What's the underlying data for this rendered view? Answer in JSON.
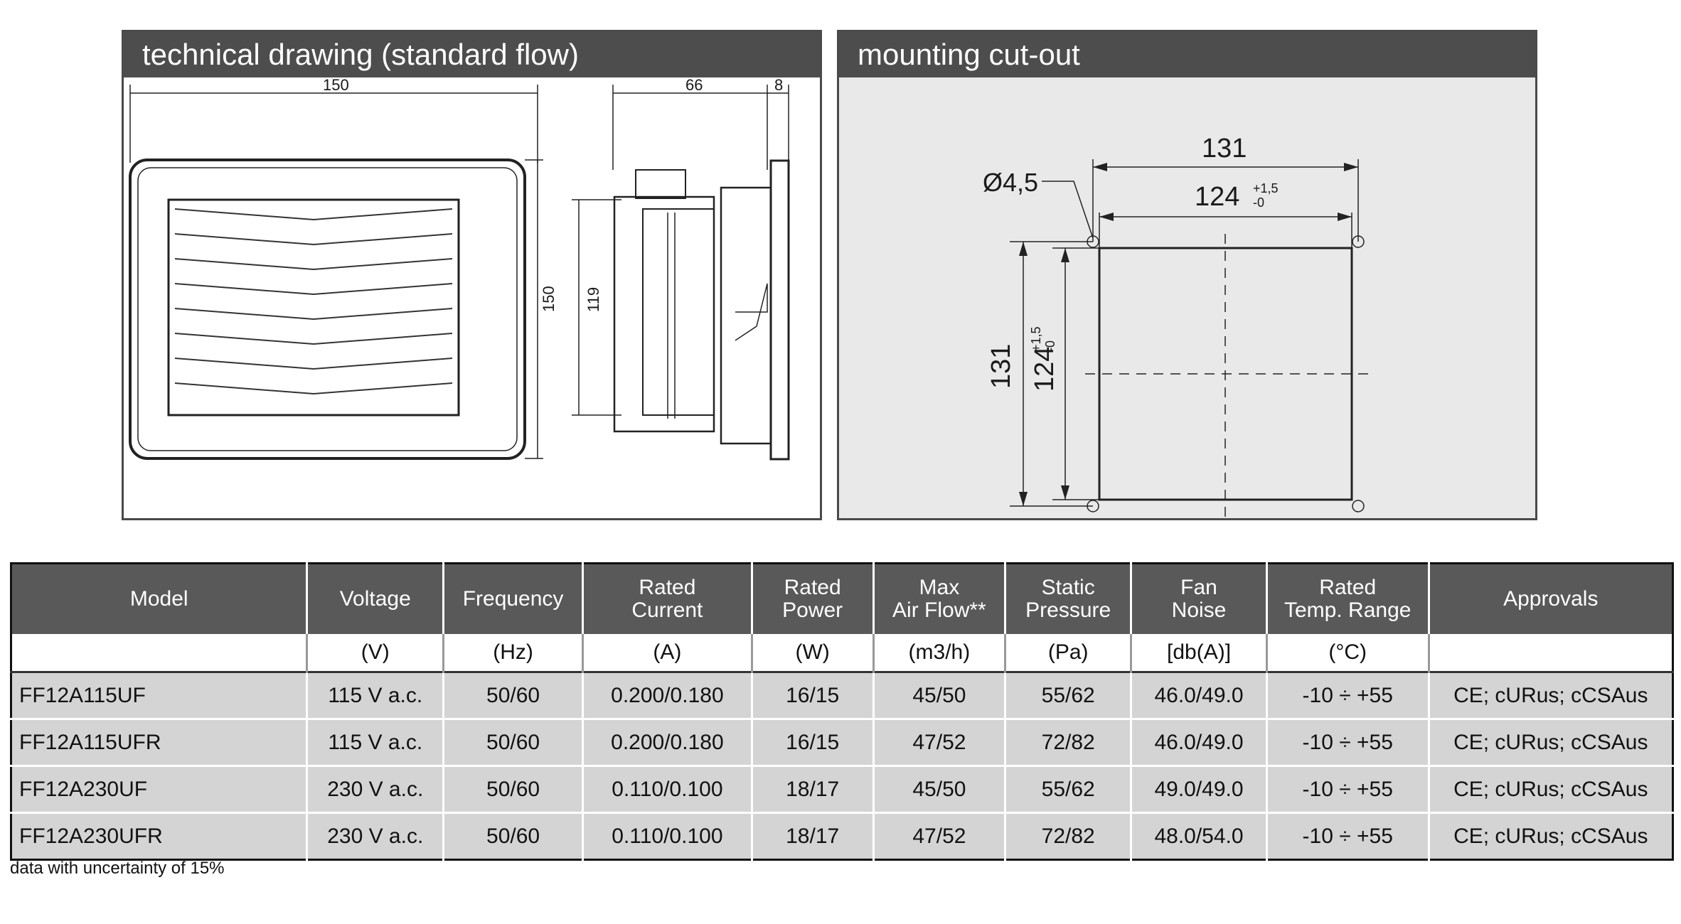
{
  "panels": {
    "drawing": {
      "title": "technical drawing (standard flow)",
      "dims": {
        "width": "150",
        "depth": "66",
        "flange": "8",
        "height": "150",
        "inner_height": "119"
      }
    },
    "cutout": {
      "title": "mounting cut-out",
      "hole_label": "Ø4,5",
      "outer_h": "131",
      "inner_h": "124",
      "tol_upper": "+1,5",
      "tol_lower": "-0",
      "outer_v": "131",
      "inner_v": "124"
    }
  },
  "table": {
    "headers": [
      "Model",
      "Voltage",
      "Frequency",
      "Rated\nCurrent",
      "Rated\nPower",
      "Max\nAir Flow**",
      "Static\nPressure",
      "Fan\nNoise",
      "Rated\nTemp. Range",
      "Approvals"
    ],
    "units": [
      "",
      "(V)",
      "(Hz)",
      "(A)",
      "(W)",
      "(m3/h)",
      "(Pa)",
      "[db(A)]",
      "(°C)",
      ""
    ],
    "rows": [
      [
        "FF12A115UF",
        "115 V a.c.",
        "50/60",
        "0.200/0.180",
        "16/15",
        "45/50",
        "55/62",
        "46.0/49.0",
        "-10 ÷ +55",
        "CE; cURus; cCSAus"
      ],
      [
        "FF12A115UFR",
        "115 V a.c.",
        "50/60",
        "0.200/0.180",
        "16/15",
        "47/52",
        "72/82",
        "46.0/49.0",
        "-10 ÷ +55",
        "CE; cURus; cCSAus"
      ],
      [
        "FF12A230UF",
        "230 V a.c.",
        "50/60",
        "0.110/0.100",
        "18/17",
        "45/50",
        "55/62",
        "49.0/49.0",
        "-10 ÷ +55",
        "CE; cURus; cCSAus"
      ],
      [
        "FF12A230UFR",
        "230 V a.c.",
        "50/60",
        "0.110/0.100",
        "18/17",
        "47/52",
        "72/82",
        "48.0/54.0",
        "-10 ÷ +55",
        "CE; cURus; cCSAus"
      ]
    ]
  },
  "footnote": "data with uncertainty of 15%"
}
